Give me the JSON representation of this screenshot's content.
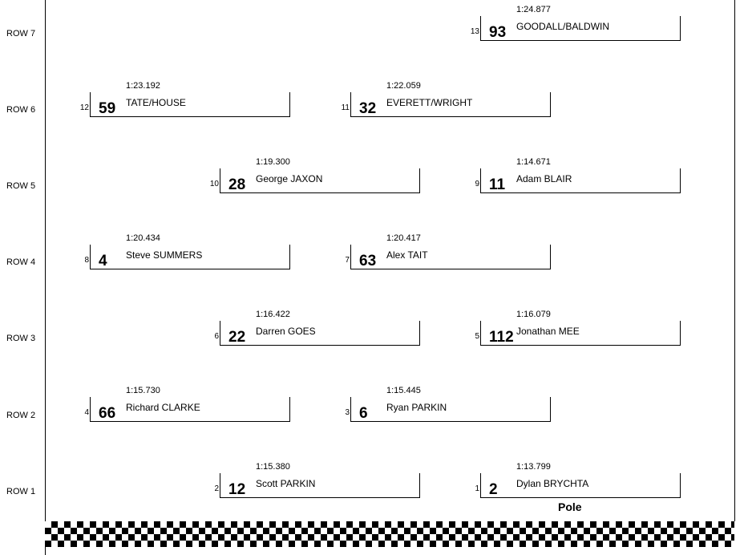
{
  "rows": [
    {
      "label": "ROW 7",
      "slots": [
        {
          "side": "R",
          "pos": "13",
          "car": "93",
          "time": "1:24.877",
          "driver": "GOODALL/BALDWIN"
        }
      ]
    },
    {
      "label": "ROW 6",
      "slots": [
        {
          "side": "L",
          "pos": "12",
          "car": "59",
          "time": "1:23.192",
          "driver": "TATE/HOUSE"
        },
        {
          "side": "M",
          "pos": "11",
          "car": "32",
          "time": "1:22.059",
          "driver": "EVERETT/WRIGHT"
        }
      ]
    },
    {
      "label": "ROW 5",
      "slots": [
        {
          "side": "C",
          "pos": "10",
          "car": "28",
          "time": "1:19.300",
          "driver": "George JAXON"
        },
        {
          "side": "R",
          "pos": "9",
          "car": "11",
          "time": "1:14.671",
          "driver": "Adam BLAIR"
        }
      ]
    },
    {
      "label": "ROW 4",
      "slots": [
        {
          "side": "L",
          "pos": "8",
          "car": "4",
          "time": "1:20.434",
          "driver": "Steve SUMMERS"
        },
        {
          "side": "M",
          "pos": "7",
          "car": "63",
          "time": "1:20.417",
          "driver": "Alex TAIT"
        }
      ]
    },
    {
      "label": "ROW 3",
      "slots": [
        {
          "side": "C",
          "pos": "6",
          "car": "22",
          "time": "1:16.422",
          "driver": "Darren GOES"
        },
        {
          "side": "R",
          "pos": "5",
          "car": "112",
          "time": "1:16.079",
          "driver": "Jonathan MEE"
        }
      ]
    },
    {
      "label": "ROW 2",
      "slots": [
        {
          "side": "L",
          "pos": "4",
          "car": "66",
          "time": "1:15.730",
          "driver": "Richard CLARKE"
        },
        {
          "side": "M",
          "pos": "3",
          "car": "6",
          "time": "1:15.445",
          "driver": "Ryan PARKIN"
        }
      ]
    },
    {
      "label": "ROW 1",
      "slots": [
        {
          "side": "C",
          "pos": "2",
          "car": "12",
          "time": "1:15.380",
          "driver": "Scott PARKIN"
        },
        {
          "side": "R",
          "pos": "1",
          "car": "2",
          "time": "1:13.799",
          "driver": "Dylan BRYCHTA",
          "note": "Pole"
        }
      ]
    }
  ]
}
